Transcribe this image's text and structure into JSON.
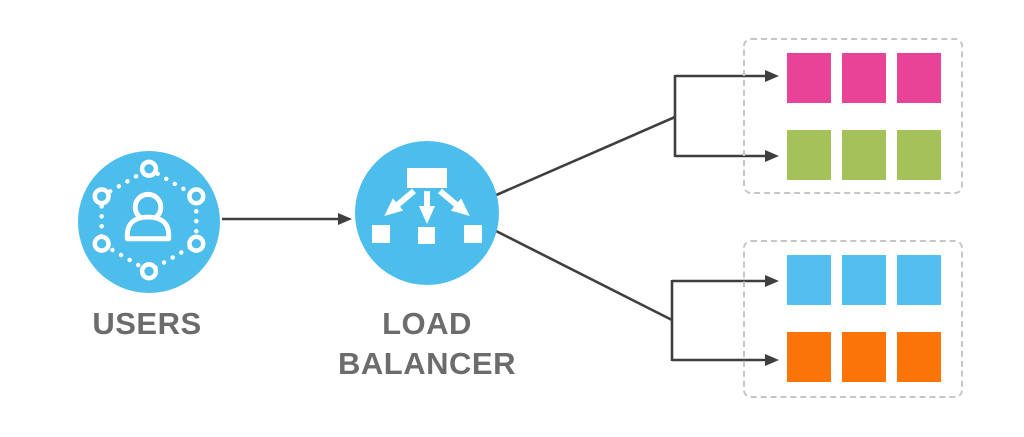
{
  "nodes": {
    "users": {
      "label": "USERS",
      "icon": "users-network-icon"
    },
    "load_balancer": {
      "label_lines": [
        "LOAD",
        "BALANCER"
      ],
      "icon": "load-balancer-icon"
    }
  },
  "clusters": {
    "top": {
      "name": "server-group-top",
      "rows": [
        {
          "name": "pink-servers",
          "color": "#E84397",
          "count": 3
        },
        {
          "name": "green-servers",
          "color": "#A4C15A",
          "count": 3
        }
      ]
    },
    "bottom": {
      "name": "server-group-bottom",
      "rows": [
        {
          "name": "blue-servers",
          "color": "#53BFEF",
          "count": 3
        },
        {
          "name": "orange-servers",
          "color": "#FB7409",
          "count": 3
        }
      ]
    }
  },
  "colors": {
    "node_fill": "#4DBEEC",
    "icon": "#FFFFFF",
    "arrow": "#3F3F3F",
    "label": "#6C6C6C",
    "cluster_border": "#C6C6C6",
    "background": "#FFFFFF"
  }
}
